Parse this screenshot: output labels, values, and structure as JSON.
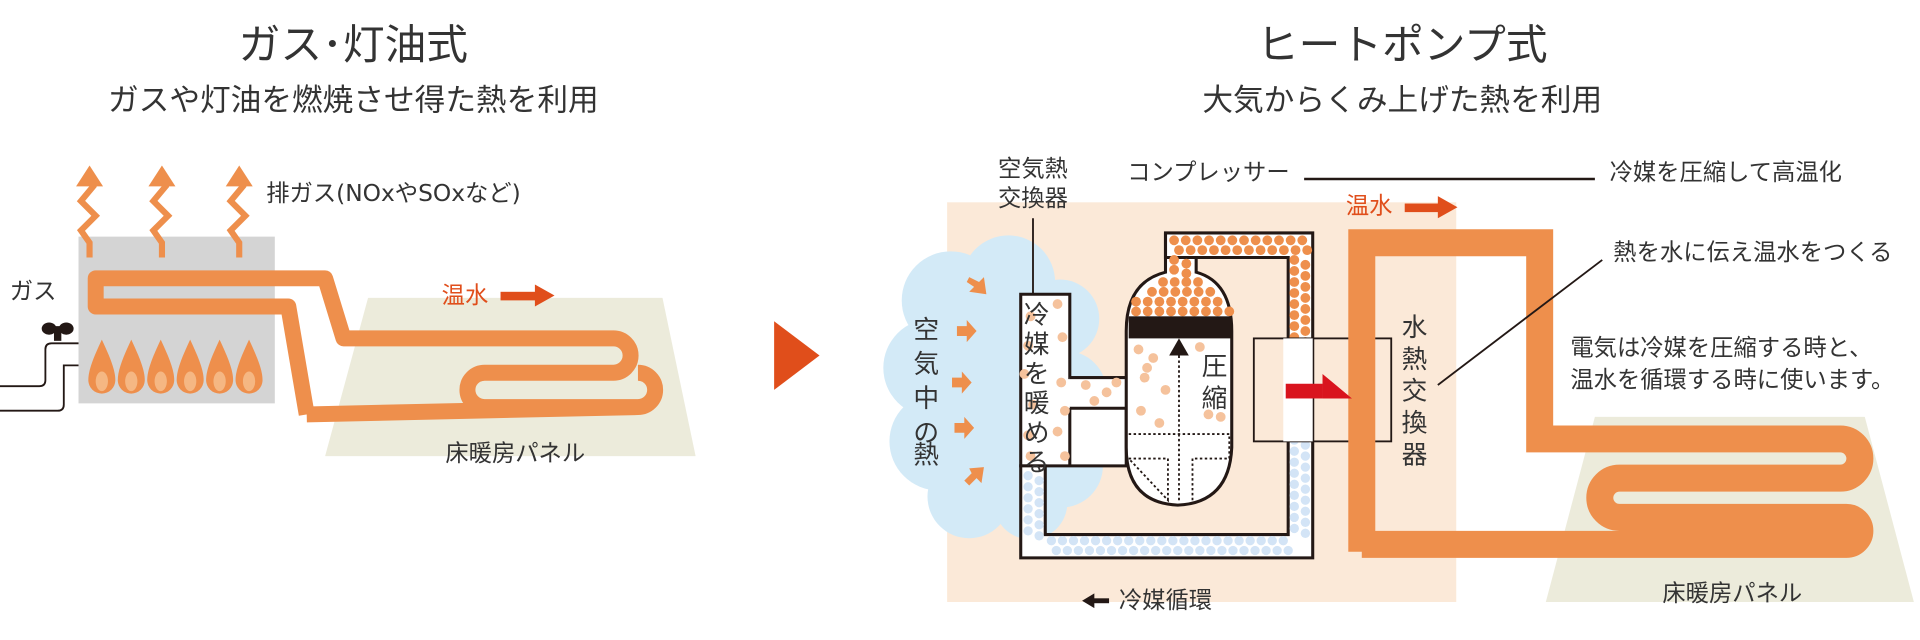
{
  "left_panel": {
    "title": "ガス･灯油式",
    "subtitle": "ガスや灯油を燃焼させ得た熱を利用",
    "labels": {
      "exhaust": "排ガス(NOxやSOxなど)",
      "gas": "ガス",
      "hot_water": "温水",
      "floor_panel": "床暖房パネル"
    }
  },
  "right_panel": {
    "title": "ヒートポンプ式",
    "subtitle": "大気からくみ上げた熱を利用",
    "labels": {
      "air_heat_exchanger_line1": "空気熱",
      "air_heat_exchanger_line2": "交換器",
      "compressor": "コンプレッサー",
      "compressor_desc": "冷媒を圧縮して高温化",
      "hot_water": "温水",
      "water_heat_desc": "熱を水に伝え温水をつくる",
      "electricity_note_line1": "電気は冷媒を圧縮する時と、",
      "electricity_note_line2": "温水を循環する時に使います。",
      "air_heat_vertical": [
        "空",
        "気",
        "中",
        "の",
        "熱"
      ],
      "warm_refrigerant_vertical": [
        "冷",
        "媒",
        "を",
        "暖",
        "め",
        "る"
      ],
      "compress_vertical": [
        "圧",
        "縮"
      ],
      "water_heat_exchanger_vertical": [
        "水",
        "熱",
        "交",
        "換",
        "器"
      ],
      "refrigerant_cycle": "冷媒循環",
      "floor_panel": "床暖房パネル"
    }
  },
  "colors": {
    "pipe_orange": "#ee8f4c",
    "arrow_red_orange": "#e04e1b",
    "heat_red": "#d9141e",
    "bg_peach": "#fbe9d8",
    "floor_beige": "#ecebdb",
    "cloud_blue": "#d3eaf7",
    "unit_gray": "#d4d4d4",
    "dark": "#231815"
  }
}
